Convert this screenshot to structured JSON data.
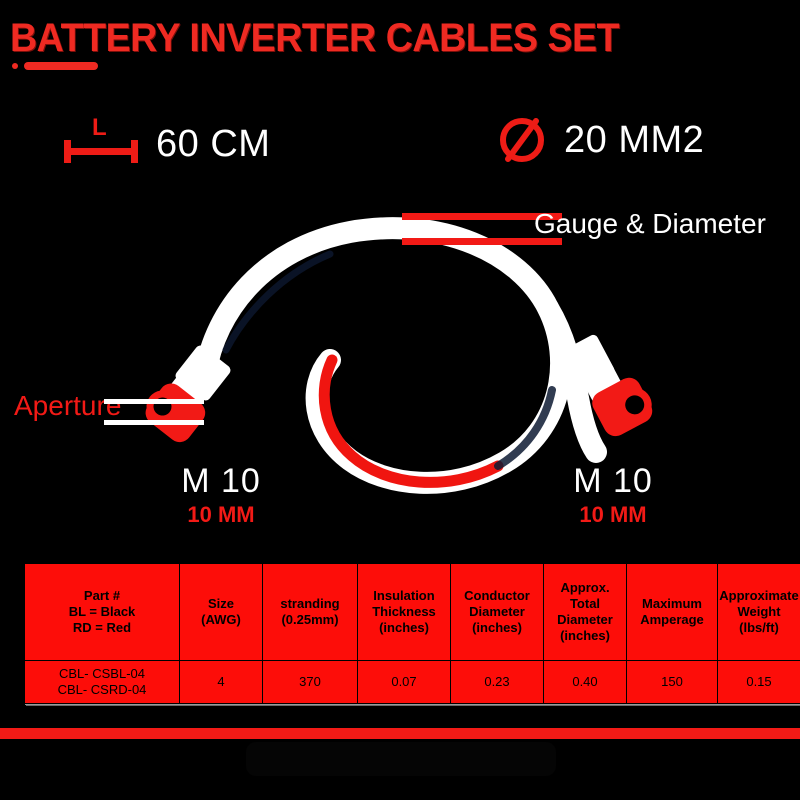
{
  "title": "BATTERY INVERTER CABLES SET",
  "specs": {
    "length": {
      "icon": "length-dimension-icon",
      "value": "60 CM"
    },
    "diameter": {
      "icon": "diameter-symbol-icon",
      "value": "20 MM2"
    }
  },
  "callouts": {
    "gauge": "Gauge & Diameter",
    "aperture": "Aperture"
  },
  "terminals": {
    "left": {
      "label": "M 10",
      "sub": "10 MM"
    },
    "right": {
      "label": "M 10",
      "sub": "10 MM"
    }
  },
  "table": {
    "headers": [
      [
        "Part #",
        "BL = Black",
        "RD = Red"
      ],
      [
        "Size",
        "(AWG)"
      ],
      [
        "stranding",
        "(0.25mm)"
      ],
      [
        "Insulation",
        "Thickness",
        "(inches)"
      ],
      [
        "Conductor",
        "Diameter",
        "(inches)"
      ],
      [
        "Approx.",
        "Total",
        "Diameter",
        "(inches)"
      ],
      [
        "Maximum",
        "Amperage"
      ],
      [
        "Approximate",
        "Weight",
        "(lbs/ft)"
      ]
    ],
    "rows": [
      {
        "part": [
          "CBL- CSBL-04",
          "CBL- CSRD-04"
        ],
        "size": "4",
        "stranding": "370",
        "insulation_thickness": "0.07",
        "conductor_diameter": "0.23",
        "total_diameter": "0.40",
        "max_amperage": "150",
        "weight": "0.15"
      }
    ]
  },
  "footer": {
    "watermark": ""
  },
  "colors": {
    "background": "#000000",
    "brand_red": "#f21a16",
    "title_red": "#ef2a22",
    "table_red": "#fd0d09",
    "white": "#ffffff",
    "black": "#000000"
  }
}
